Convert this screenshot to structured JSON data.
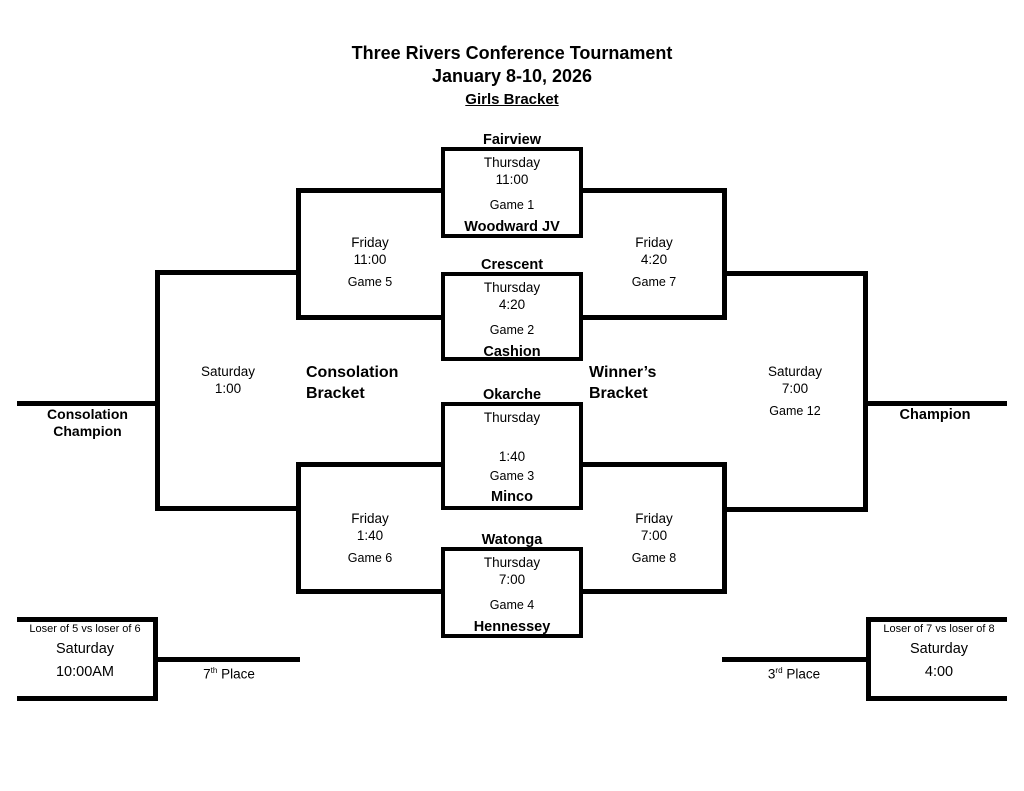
{
  "title": {
    "line1": "Three Rivers Conference Tournament",
    "line2": "January 8-10, 2026",
    "line3": "Girls Bracket"
  },
  "round1_games": [
    {
      "team_top": "Fairview",
      "day": "Thursday",
      "time": "11:00",
      "game": "Game 1",
      "team_bottom": "Woodward JV"
    },
    {
      "team_top": "Crescent",
      "day": "Thursday",
      "time": "4:20",
      "game": "Game 2",
      "team_bottom": "Cashion"
    },
    {
      "team_top": "Okarche",
      "day": "Thursday",
      "time": "1:40",
      "game": "Game 3",
      "team_bottom": "Minco"
    },
    {
      "team_top": "Watonga",
      "day": "Thursday",
      "time": "7:00",
      "game": "Game 4",
      "team_bottom": "Hennessey"
    }
  ],
  "consolation": {
    "section_line1": "Consolation",
    "section_line2": "Bracket",
    "game5": {
      "day": "Friday",
      "time": "11:00",
      "game": "Game 5"
    },
    "game6": {
      "day": "Friday",
      "time": "1:40",
      "game": "Game 6"
    },
    "final": {
      "day": "Saturday",
      "time": "1:00"
    },
    "champion_line1": "Consolation",
    "champion_line2": "Champion"
  },
  "winners": {
    "section_line1": "Winner’s",
    "section_line2": "Bracket",
    "game7": {
      "day": "Friday",
      "time": "4:20",
      "game": "Game 7"
    },
    "game8": {
      "day": "Friday",
      "time": "7:00",
      "game": "Game 8"
    },
    "game12": {
      "day": "Saturday",
      "time": "7:00",
      "game": "Game 12"
    },
    "champion": "Champion"
  },
  "seventh_place": {
    "matchup": "Loser of 5 vs loser of 6",
    "day": "Saturday",
    "time": "10:00AM",
    "place_number": "7",
    "place_suffix": "th",
    "place_word": " Place"
  },
  "third_place": {
    "matchup": "Loser of 7 vs loser of 8",
    "day": "Saturday",
    "time": "4:00",
    "place_number": "3",
    "place_suffix": "rd",
    "place_word": " Place"
  }
}
